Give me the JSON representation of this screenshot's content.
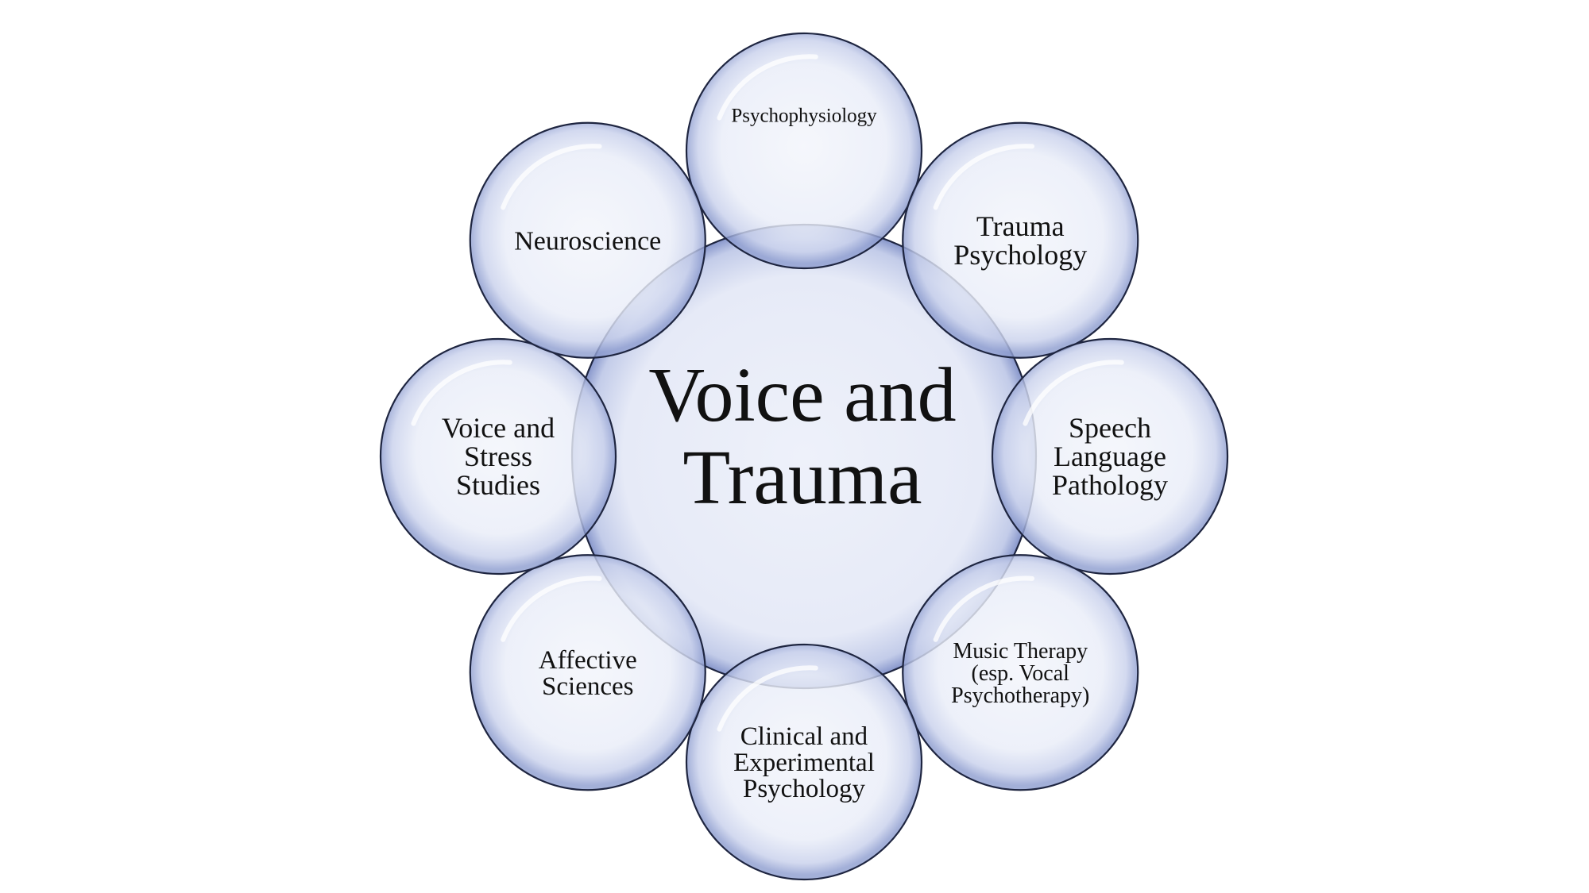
{
  "diagram": {
    "center": {
      "lines": [
        "Voice and",
        "Trauma"
      ]
    },
    "nodes": [
      {
        "id": "psychophysiology",
        "lines": [
          "Psychophysiology"
        ]
      },
      {
        "id": "trauma-psychology",
        "lines": [
          "Trauma",
          "Psychology"
        ]
      },
      {
        "id": "speech-language-pathology",
        "lines": [
          "Speech",
          "Language",
          "Pathology"
        ]
      },
      {
        "id": "music-therapy",
        "lines": [
          "Music Therapy",
          "(esp. Vocal",
          "Psychotherapy)"
        ]
      },
      {
        "id": "clinical-experimental-psychology",
        "lines": [
          "Clinical and",
          "Experimental",
          "Psychology"
        ]
      },
      {
        "id": "affective-sciences",
        "lines": [
          "Affective",
          "Sciences"
        ]
      },
      {
        "id": "voice-stress-studies",
        "lines": [
          "Voice and",
          "Stress",
          "Studies"
        ]
      },
      {
        "id": "neuroscience",
        "lines": [
          "Neuroscience"
        ]
      }
    ],
    "colors": {
      "fill_light": "#f4f6fc",
      "fill_mid": "#dde3f3",
      "edge_blue": "#8d9dcc",
      "outline": "#1e2540"
    }
  }
}
